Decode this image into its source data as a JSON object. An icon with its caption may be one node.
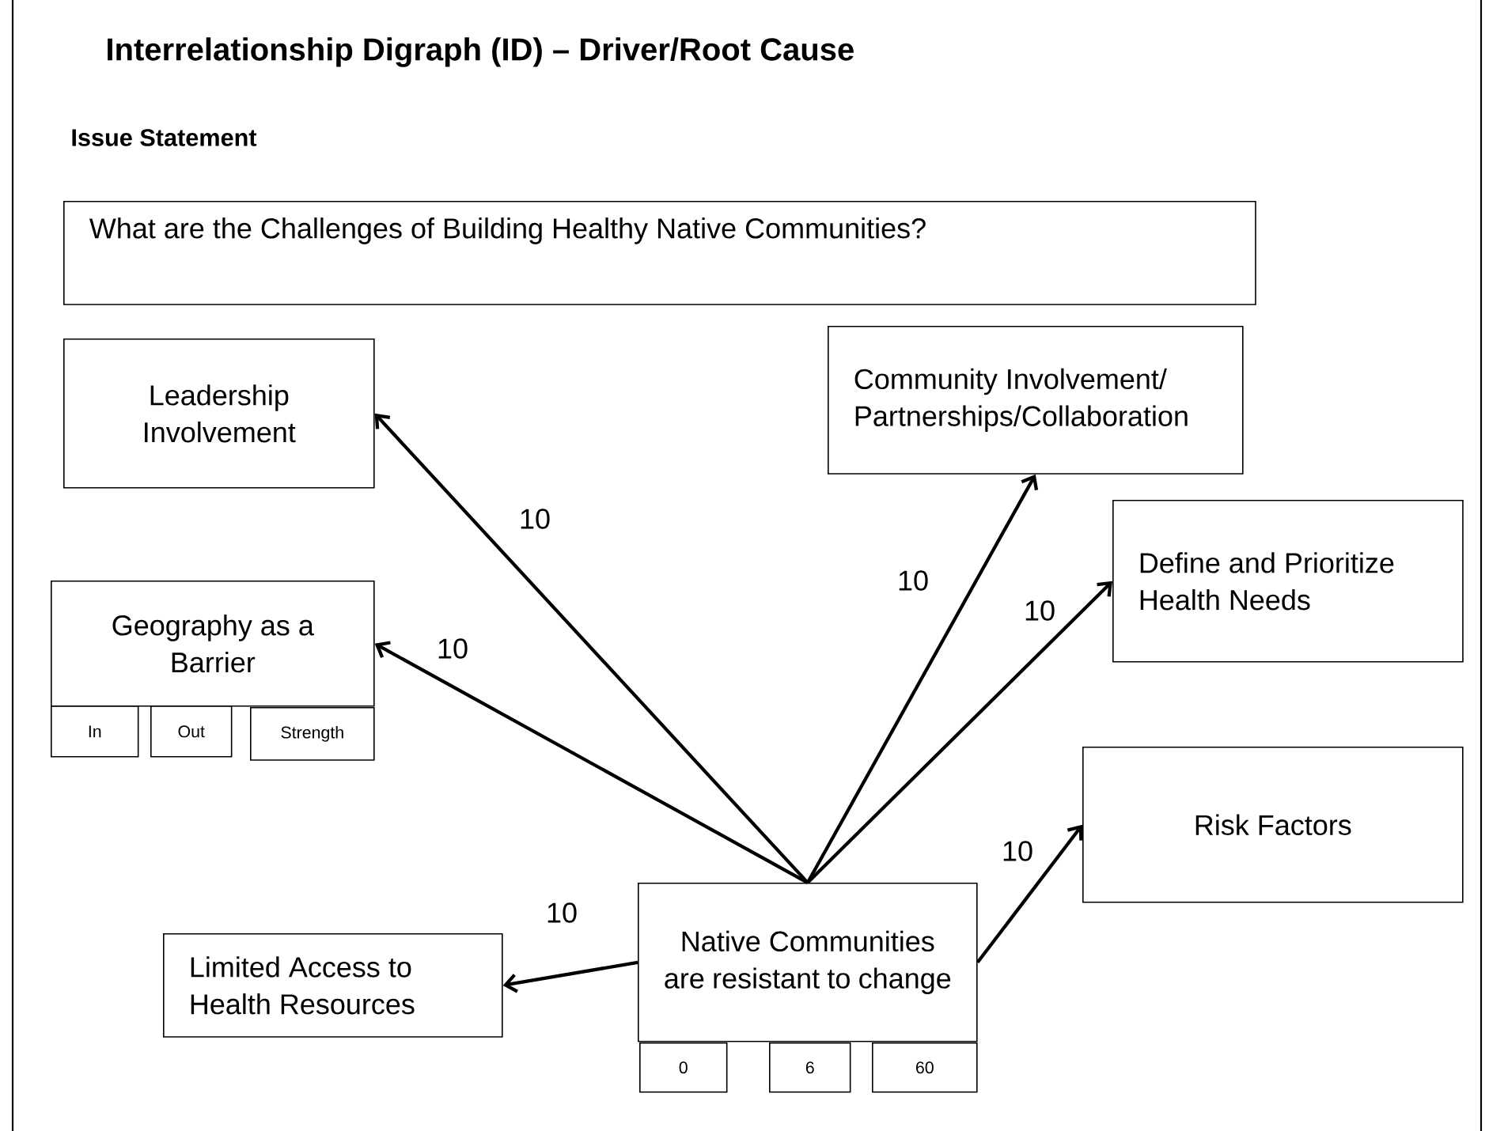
{
  "diagram": {
    "title": "Interrelationship Digraph (ID) – Driver/Root Cause",
    "nodes": [
      {
        "text": [
          "What are the Challenges of Building Healthy Native Communities?"
        ]
      },
      {
        "text": [
          "Leadership Involvement"
        ]
      },
      {
        "text": [
          "Community Involvement/ Partnerships/Collaboration"
        ]
      },
      {
        "text": [
          "Define and Prioritize Health Needs"
        ]
      },
      {
        "text": [
          "Geography as a Barrier"
        ]
      },
      {
        "text": [
          "In"
        ]
      },
      {
        "text": [
          "Out"
        ]
      },
      {
        "text": [
          "Strength"
        ]
      },
      {
        "text": [
          "Risk Factors"
        ]
      },
      {
        "text": [
          "Limited Access to Health Resources"
        ]
      },
      {
        "text": [
          "Native Communities are resistant to change"
        ]
      },
      {
        "text": [
          "0"
        ]
      },
      {
        "text": [
          "6"
        ]
      },
      {
        "text": [
          "60"
        ]
      }
    ],
    "edges": [
      {
        "from": 10,
        "to": 1,
        "arrow": "to",
        "label": "10"
      },
      {
        "from": 10,
        "to": 4,
        "arrow": "to",
        "label": "10"
      },
      {
        "from": 10,
        "to": 2,
        "arrow": "to",
        "label": "10"
      },
      {
        "from": 10,
        "to": 3,
        "arrow": "to",
        "label": "10"
      },
      {
        "from": 10,
        "to": 8,
        "arrow": "to",
        "label": "10"
      },
      {
        "from": 10,
        "to": 9,
        "arrow": "to",
        "label": "10"
      }
    ],
    "labels": [
      "Issue Statement"
    ]
  }
}
